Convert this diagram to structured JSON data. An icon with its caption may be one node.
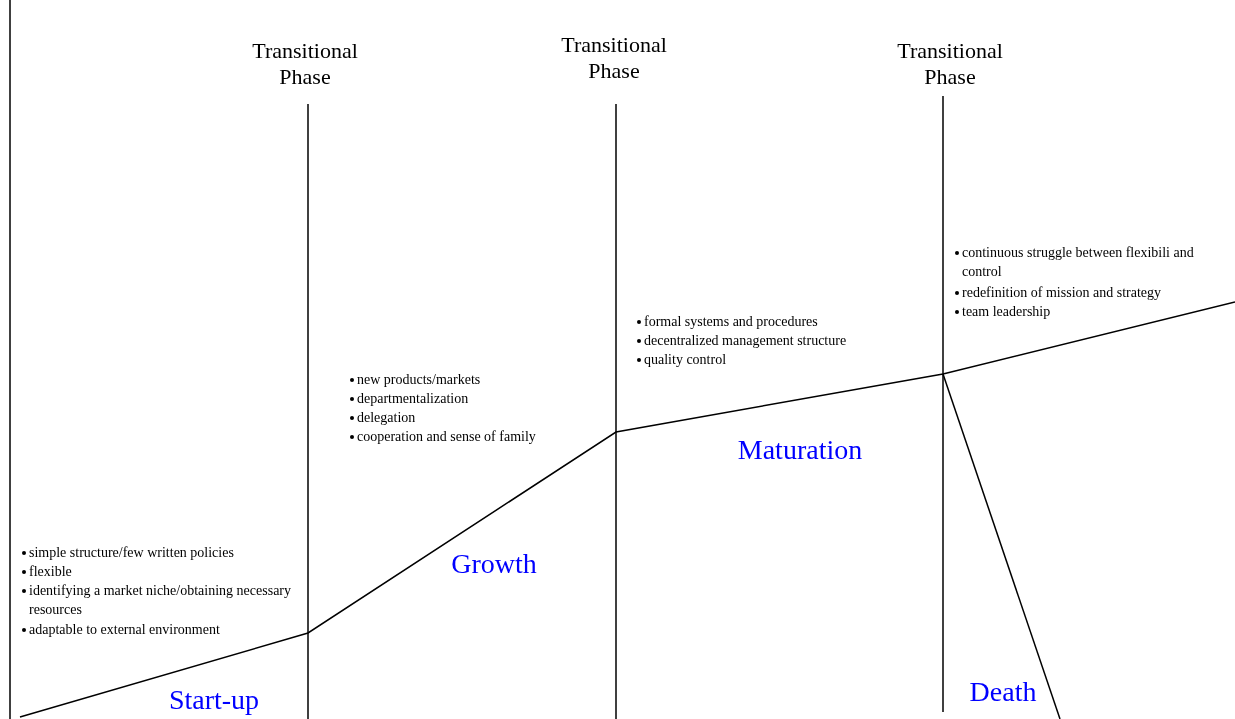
{
  "diagram": {
    "labels": [
      "Transitional Phase",
      "Transitional Phase",
      "Transitional Phase",
      "continuous struggle between flexibili and control",
      "redefinition of mission and strategy",
      "team leadership",
      "formal systems and procedures",
      "decentralized management structure",
      "quality control",
      "new products/markets",
      "departmentalization",
      "delegation",
      "cooperation and sense of family",
      "Maturation",
      "simple structure/few written policies",
      "flexible",
      "identifying a market niche/obtaining necessary resources",
      "adaptable to external environment",
      "Growth",
      "Death",
      "Start-up"
    ]
  }
}
